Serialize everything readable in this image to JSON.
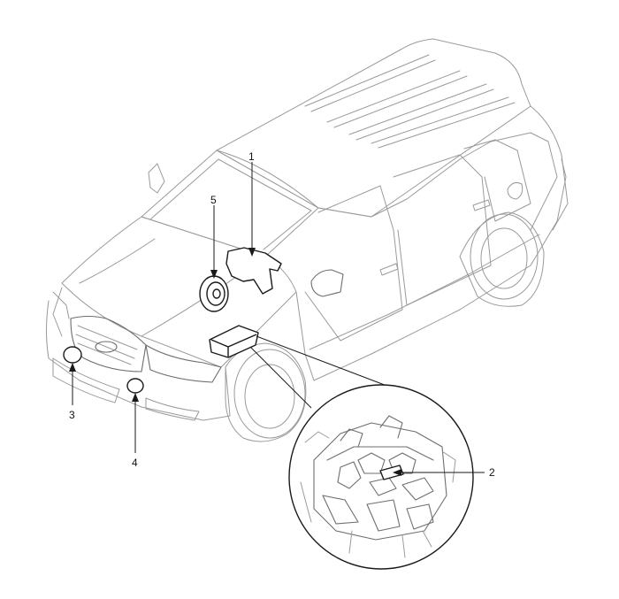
{
  "callouts": [
    {
      "id": "1",
      "label": "1"
    },
    {
      "id": "2",
      "label": "2"
    },
    {
      "id": "3",
      "label": "3"
    },
    {
      "id": "4",
      "label": "4"
    },
    {
      "id": "5",
      "label": "5"
    }
  ],
  "colors": {
    "line": "#9a9a9a",
    "part": "#1a1a1a",
    "background": "#ffffff"
  }
}
